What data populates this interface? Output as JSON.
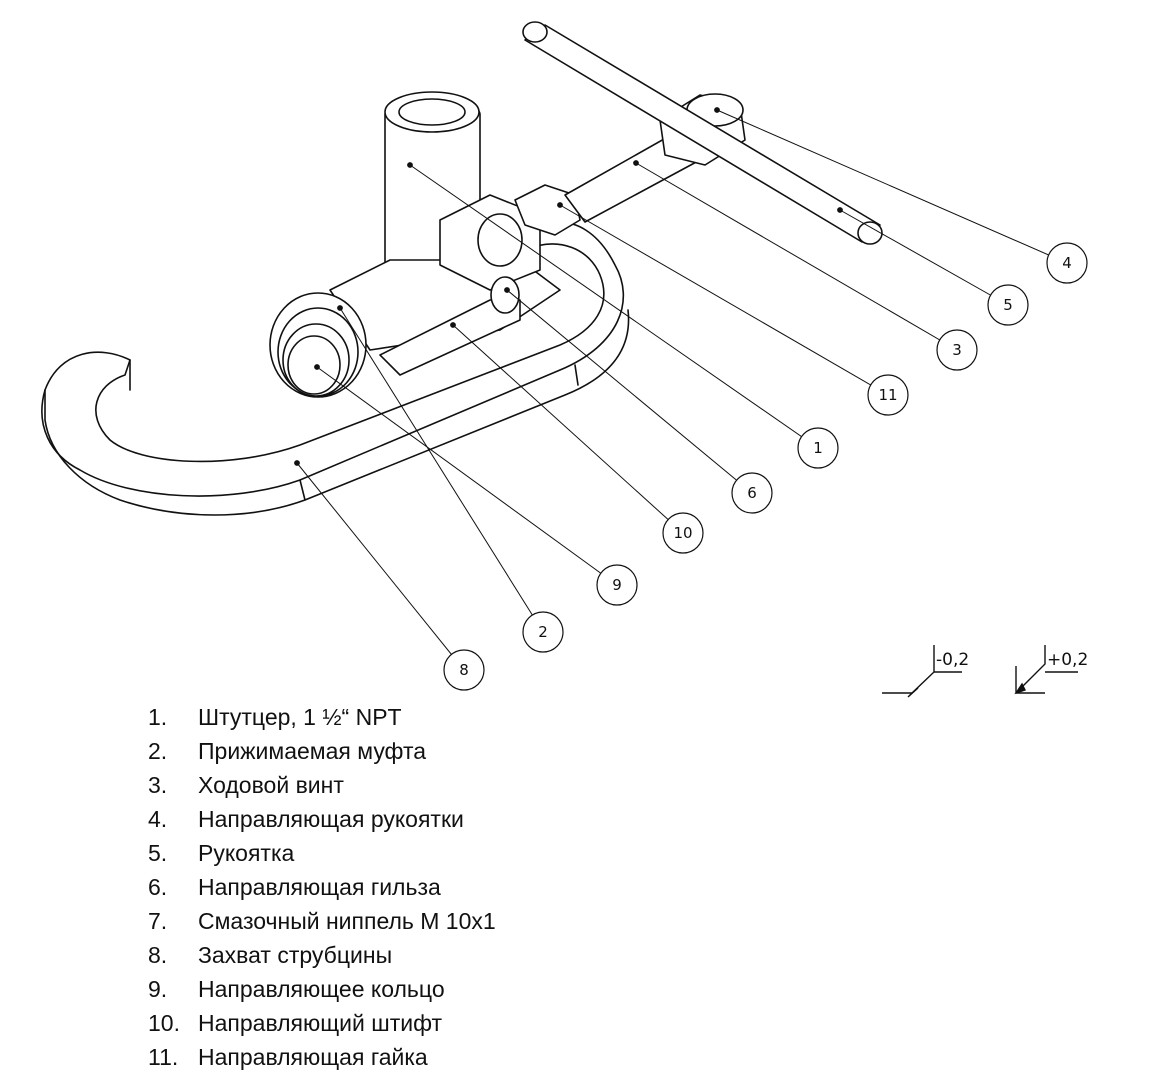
{
  "callouts": [
    {
      "num": "1"
    },
    {
      "num": "2"
    },
    {
      "num": "3"
    },
    {
      "num": "4"
    },
    {
      "num": "5"
    },
    {
      "num": "6"
    },
    {
      "num": "8"
    },
    {
      "num": "9"
    },
    {
      "num": "10"
    },
    {
      "num": "11"
    }
  ],
  "tolerances": {
    "minus": "-0,2",
    "plus": "+0,2"
  },
  "parts": [
    {
      "num": "1.",
      "name": "Штутцер, 1 ½“ NPT"
    },
    {
      "num": "2.",
      "name": "Прижимаемая муфта"
    },
    {
      "num": "3.",
      "name": "Ходовой винт"
    },
    {
      "num": "4.",
      "name": "Направляющая рукоятки"
    },
    {
      "num": "5.",
      "name": "Рукоятка"
    },
    {
      "num": "6.",
      "name": "Направляющая гильза"
    },
    {
      "num": "7.",
      "name": "Смазочный ниппель М 10х1"
    },
    {
      "num": "8.",
      "name": "Захват струбцины"
    },
    {
      "num": "9.",
      "name": "Направляющее кольцо"
    },
    {
      "num": "10.",
      "name": "Направляющий штифт"
    },
    {
      "num": "11.",
      "name": "Направляющая гайка"
    }
  ]
}
